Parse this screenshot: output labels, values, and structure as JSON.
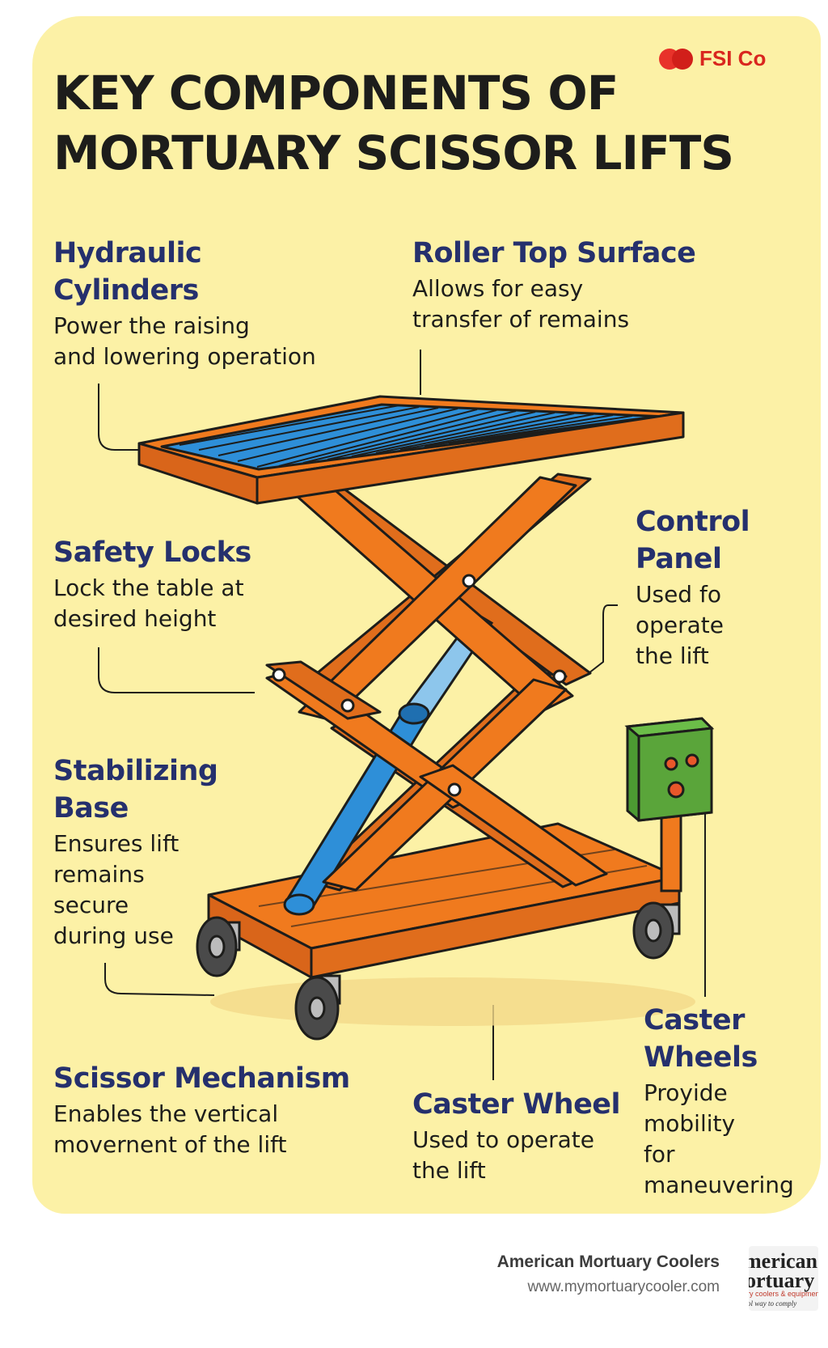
{
  "brand": {
    "logo_text": "FSI Co"
  },
  "title": {
    "line1": "KEY COMPONENTS OF",
    "line2": "MORTUARY SCISSOR LIFTS"
  },
  "components": {
    "hydraulic_cylinders": {
      "name_line1": "Hydraulic",
      "name_line2": "Cylinders",
      "desc_line1": "Power the raising",
      "desc_line2": "and lowering operation"
    },
    "roller_top": {
      "name": "Roller Top Surface",
      "desc_line1": "Allows for easy",
      "desc_line2": "transfer of remains"
    },
    "safety_locks": {
      "name": "Safety Locks",
      "desc_line1": "Lock the table at",
      "desc_line2": "desired height"
    },
    "control_panel": {
      "name_line1": "Control",
      "name_line2": "Panel",
      "desc_line1": "Used fo",
      "desc_line2": "operate",
      "desc_line3": "the lift"
    },
    "stabilizing_base": {
      "name_line1": "Stabilizing",
      "name_line2": "Base",
      "desc_line1": "Ensures lift",
      "desc_line2": "remains",
      "desc_line3": "secure",
      "desc_line4": "during use"
    },
    "scissor_mechanism": {
      "name": "Scissor Mechanism",
      "desc_line1": "Enables the vertical",
      "desc_line2": "movernent of the lift"
    },
    "caster_wheel": {
      "name": "Caster Wheel",
      "desc_line1": "Used to operate",
      "desc_line2": "the lift"
    },
    "caster_wheels": {
      "name_line1": "Caster",
      "name_line2": "Wheels",
      "desc_line1": "Proyide",
      "desc_line2": "mobility",
      "desc_line3": "for",
      "desc_line4": "maneuvering"
    }
  },
  "footer": {
    "company": "American Mortuary Coolers",
    "url": "www.mymortuarycooler.com",
    "logo_line1": "merican",
    "logo_line2": "ortuary",
    "logo_line3": "ry coolers & equipment",
    "logo_line4": "ol way to comply"
  },
  "colors": {
    "background": "#fcf1a6",
    "frame": "#f07a1e",
    "rollers": "#2e8fd8",
    "cylinder": "#2e8fd8",
    "control_box": "#5aa53a",
    "heading": "#25306d",
    "logo": "#d9261f"
  }
}
